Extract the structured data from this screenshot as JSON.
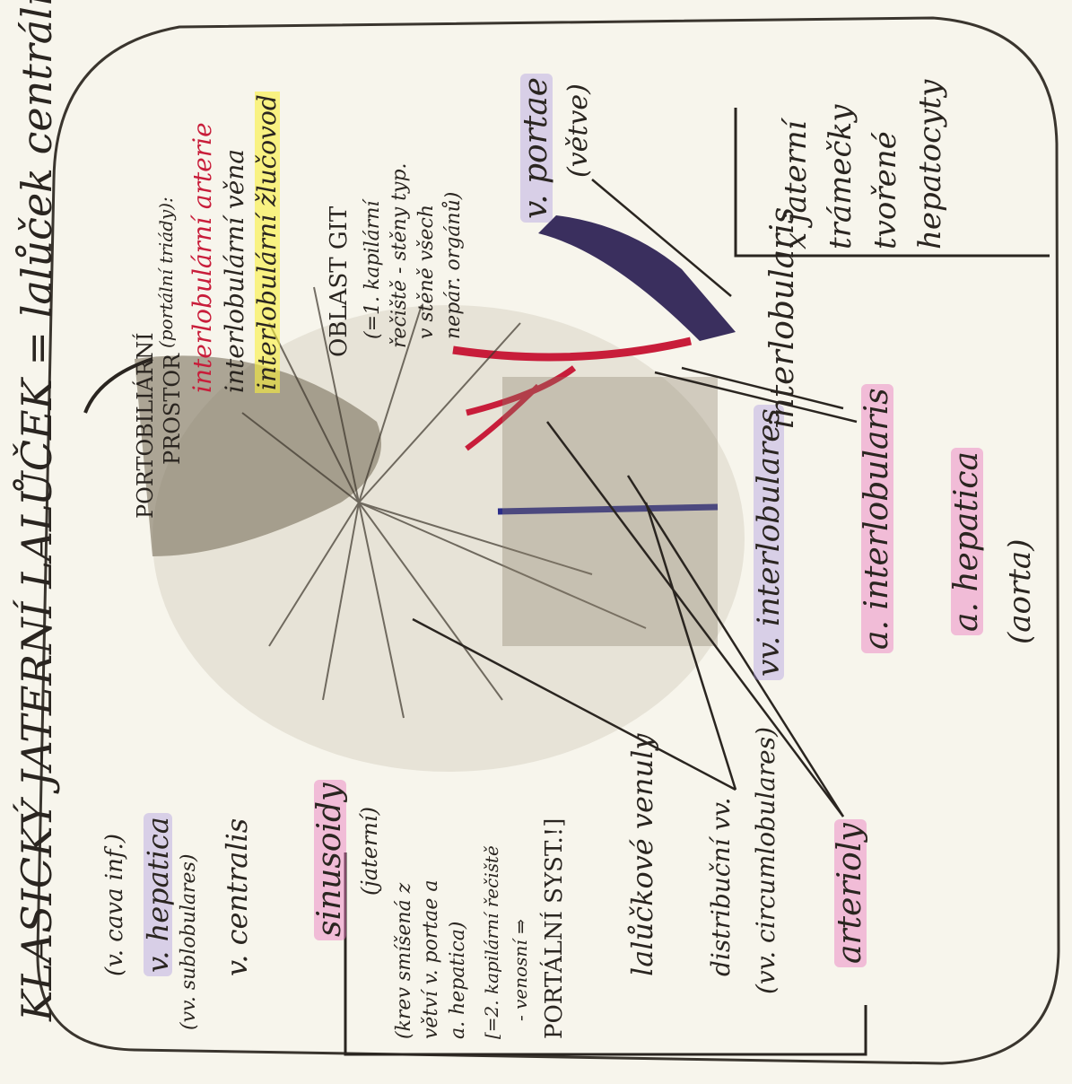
{
  "title": "KLASICKÝ JATERNÍ LALŮČEK = lalůček centrální vény",
  "left_column": {
    "v_cava": "(v. cava inf.)",
    "v_hepatica": "v. hepatica",
    "vv_sublobulares": "(vv. sublobulares)",
    "v_centralis": "v. centralis",
    "sinusoidy": "sinusoidy",
    "jaterni": "(jaterní)",
    "krev_line1": "(krev smíšená z",
    "krev_line2": "větví v. portae a",
    "krev_line3": "a. hepatica)",
    "kapilarni_line1": "[=2. kapilární řečiště",
    "kapilarni_line2": "- venosní ⇒",
    "portalni_system": "PORTÁLNÍ SYST.!]",
    "lalueckove_venuly": "lalůčkové venuly",
    "distribucni": "distribuční vv.",
    "circumlobulares": "(vv. circumlobulares)",
    "arterioly": "arterioly"
  },
  "bottom_column": {
    "vv_interlobulares": "vv. interlobulares",
    "a_interlobularis": "a. interlobularis",
    "a_hepatica": "a. hepatica",
    "aorta": "(aorta)"
  },
  "top_column": {
    "portobiliarni": "PORTOBILIÁRNÍ",
    "prostor": "PROSTOR",
    "portalni_triady": "(portální triády):",
    "interlobularni_arterie": "interlobulární arterie",
    "interlobularni_vena": "interlobulární věna",
    "interlobularni_zlucovod": "interlobulární žlučovod",
    "oblast_git": "OBLAST GIT",
    "kapilarni_1_line1": "(=1. kapilární",
    "kapilarni_1_line2": "řečiště - stěny typ.",
    "kapilarni_1_line3": "v stěně všech",
    "kapilarni_1_line4": "nepár. orgánů)",
    "v_portae": "v. portae",
    "vetve": "(větve)",
    "interlobularis": "interlobularis"
  },
  "right_column": {
    "line1": "x jaterní",
    "line2": "trámečky",
    "line3": "tvořené",
    "line4": "hepatocyty"
  },
  "colors": {
    "ink": "#2a2520",
    "highlight_pink": "#e878be",
    "highlight_violet": "#aa96e1",
    "highlight_yellow": "#faf03c",
    "artery_red": "#c81d3a",
    "vein_blue": "#2b2d8a"
  }
}
